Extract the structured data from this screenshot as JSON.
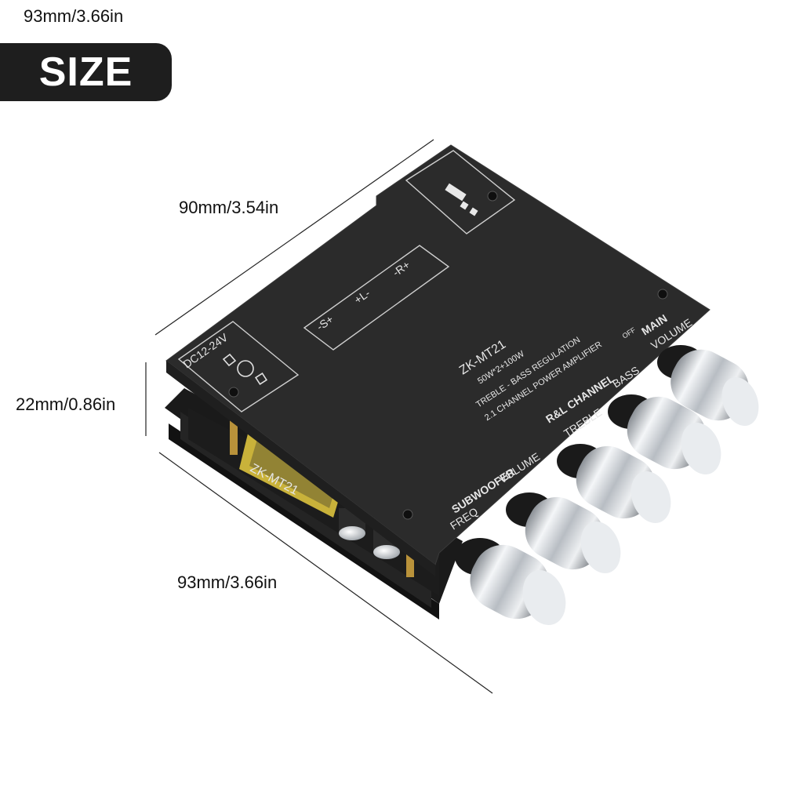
{
  "badge": {
    "label": "SIZE"
  },
  "dimensions": {
    "top": "93mm/3.66in",
    "width": "90mm/3.54in",
    "height": "22mm/0.86in",
    "depth": "93mm/3.66in"
  },
  "board": {
    "model": "ZK-MT21",
    "spec": "50W*2+100W",
    "line1": "TREBLE - BASS REGULATION",
    "line2": "2.1 CHANNEL POWER AMPLIFIER",
    "power": "DC12-24V",
    "pcb_model": "ZK-MT21",
    "terminals": {
      "sub": "-S+",
      "left": "+L-",
      "right": "-R+"
    },
    "controls": {
      "main": "MAIN",
      "main_volume": "VOLUME",
      "off": "OFF",
      "rl_channel": "R&L CHANNEL",
      "treble": "TREBLE",
      "bass": "BASS",
      "subwoofer": "SUBWOOFER",
      "sub_volume": "VOLUME",
      "freq": "FREQ"
    }
  },
  "colors": {
    "board": "#2b2b2b",
    "badge": "#1e1e1e",
    "knob": "#cfd3d8"
  }
}
